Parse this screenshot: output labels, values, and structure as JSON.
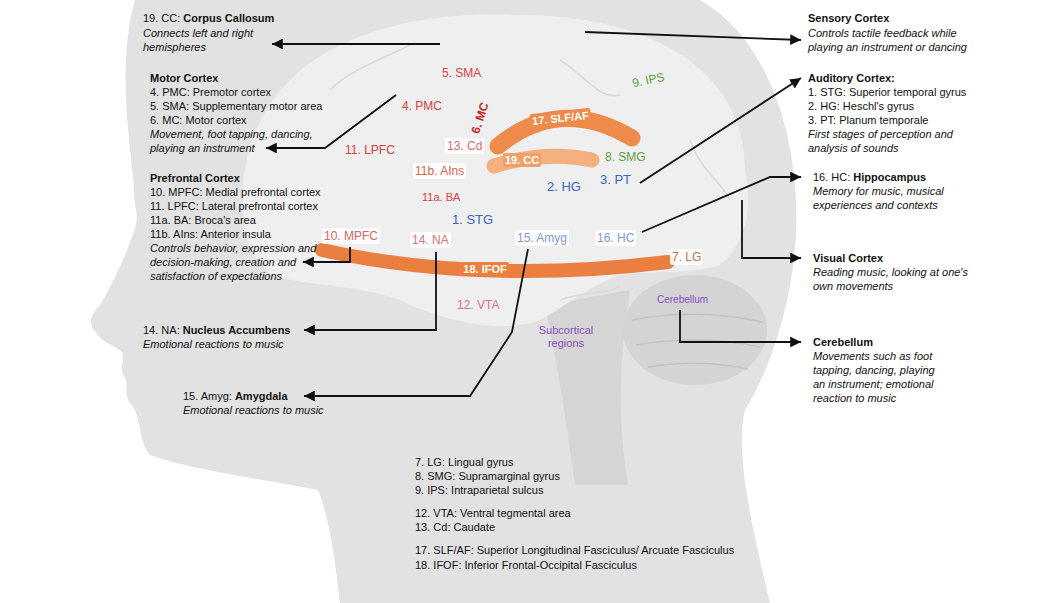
{
  "diagram": {
    "labels": [
      "19. CC:",
      "Corpus Callosum",
      "Connects left and right hemispheres",
      "Motor Cortex",
      "4. PMC: Premotor cortex",
      "5. SMA: Supplementary motor area",
      "6. MC: Motor cortex",
      "Movement, foot tapping, dancing, playing an instrument",
      "Prefrontal Cortex",
      "10. MPFC: Medial prefrontal cortex",
      "11. LPFC: Lateral prefrontal cortex",
      "11a. BA: Broca's area",
      "11b. AIns: Anterior insula",
      "Controls behavior, expression and decision-making, creation and satisfaction of expectations",
      "14. NA:",
      "Nucleus Accumbens",
      "Emotional reactions to music",
      "15. Amyg:",
      "Amygdala",
      "Emotional reactions to music",
      "5. SMA",
      "4. PMC",
      "6. MC",
      "17. SLF/AF",
      "9. IPS",
      "11. LPFC",
      "13. Cd",
      "8. SMG",
      "19. CC",
      "11b. AIns",
      "2. HG",
      "3. PT",
      "11a. BA",
      "10. MPFC",
      "1. STG",
      "14. NA",
      "15. Amyg",
      "16. HC",
      "7. LG",
      "18. IFOF",
      "12. VTA",
      "Subcortical regions",
      "Cerebellum",
      "Sensory Cortex",
      "Controls tactile feedback while playing an instrument or dancing",
      "Auditory Cortex:",
      "1. STG: Superior temporal gyrus",
      "2. HG: Heschl's gyrus",
      "3. PT: Planum temporale",
      "First stages of perception and analysis of sounds",
      "16. HC:",
      "Hippocampus",
      "Memory for music, musical experiences and contexts",
      "Visual Cortex",
      "Reading music, looking at one's own movements",
      "Cerebellum",
      "Movements such as foot tapping, dancing, playing an instrument; emotional reaction to music",
      "7. LG: Lingual gyrus",
      "8. SMG: Supramarginal gyrus",
      "9. IPS: Intraparietal sulcus",
      "12. VTA: Ventral tegmental area",
      "13. Cd: Caudate",
      "17. SLF/AF: Superior Longitudinal Fasciculus/ Arcuate Fasciculus",
      "18. IFOF: Inferior Frontal-Occipital Fasciculus"
    ]
  }
}
